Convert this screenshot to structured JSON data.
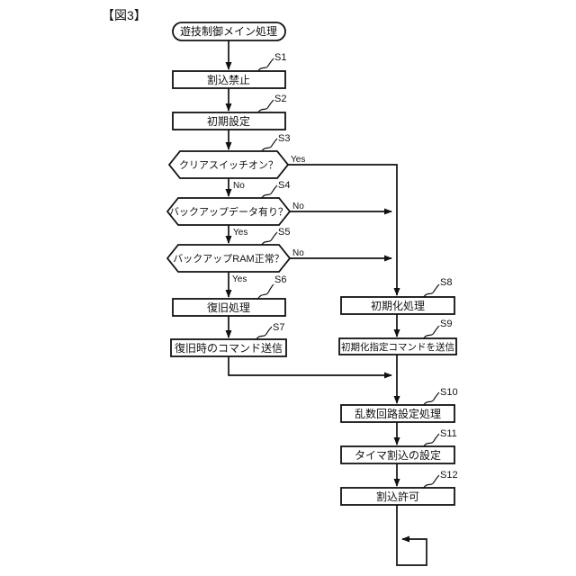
{
  "figure": {
    "title": "【図3】"
  },
  "colors": {
    "ink": "#111111",
    "background": "#ffffff"
  },
  "flowchart": {
    "start": {
      "text": "遊技制御メイン処理"
    },
    "branch_labels": {
      "yes": "Yes",
      "no": "No"
    },
    "steps": [
      {
        "id": "S1",
        "type": "process",
        "text": "割込禁止"
      },
      {
        "id": "S2",
        "type": "process",
        "text": "初期設定"
      },
      {
        "id": "S3",
        "type": "decision",
        "text": "クリアスイッチオン？",
        "yes_direction": "right",
        "no_direction": "down"
      },
      {
        "id": "S4",
        "type": "decision",
        "text": "バックアップデータ有り？",
        "yes_direction": "down",
        "no_direction": "right"
      },
      {
        "id": "S5",
        "type": "decision",
        "text": "バックアップRAM正常？",
        "yes_direction": "down",
        "no_direction": "right"
      },
      {
        "id": "S6",
        "type": "process",
        "text": "復旧処理"
      },
      {
        "id": "S7",
        "type": "process",
        "text": "復旧時のコマンド送信"
      },
      {
        "id": "S8",
        "type": "process",
        "text": "初期化処理"
      },
      {
        "id": "S9",
        "type": "process",
        "text": "初期化指定コマンドを送信"
      },
      {
        "id": "S10",
        "type": "process",
        "text": "乱数回路設定処理"
      },
      {
        "id": "S11",
        "type": "process",
        "text": "タイマ割込の設定"
      },
      {
        "id": "S12",
        "type": "process",
        "text": "割込許可"
      }
    ]
  }
}
